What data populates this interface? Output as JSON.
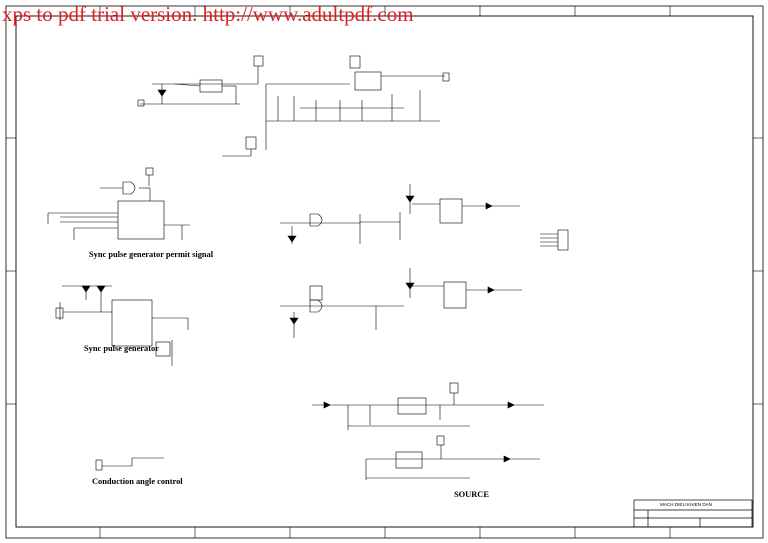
{
  "watermark": "xps to pdf trial version. http://www.adultpdf.com",
  "section_labels": {
    "permit": "Sync pulse generator permit signal",
    "sync": "Sync pulse generator",
    "conduction": "Conduction angle control",
    "source": "SOURCE"
  },
  "title_block": {
    "title": "MACH DIEU KHIEN DAN"
  },
  "colors": {
    "ink": "#000000",
    "watermark": "#e02020"
  }
}
